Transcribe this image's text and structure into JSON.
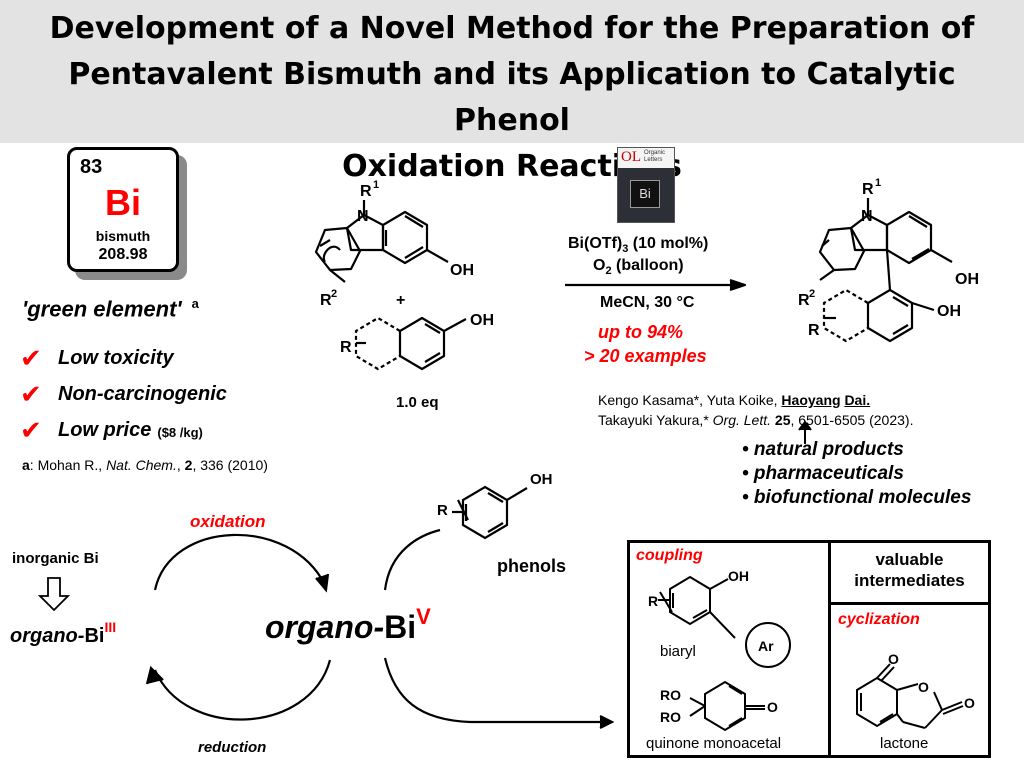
{
  "title": {
    "line1": "Development of a Novel Method for the Preparation of",
    "line2": "Pentavalent Bismuth and its Application to Catalytic Phenol",
    "line3": "Oxidation Reactions"
  },
  "element": {
    "number": "83",
    "symbol": "Bi",
    "name": "bismuth",
    "mass": "208.98"
  },
  "green": {
    "label": "'green element'",
    "sup": "a"
  },
  "features": [
    {
      "check": "✔",
      "text": "Low toxicity"
    },
    {
      "check": "✔",
      "text": "Non-carcinogenic"
    },
    {
      "check": "✔",
      "text": "Low price",
      "note": "($8 /kg)"
    }
  ],
  "footnote": {
    "mark": "a",
    "authors": ": Mohan R., ",
    "journal": "Nat. Chem.",
    "sep": ", ",
    "vol": "2",
    "rest": ", 336 (2010)"
  },
  "reaction": {
    "reagent_r1": "R",
    "r1_sup": "1",
    "n_atom": "N",
    "r2": "R",
    "r2_sup": "2",
    "oh": "OH",
    "plus": "+",
    "r": "R",
    "equiv": "1.0 eq",
    "cond1_pre": "Bi(OTf)",
    "cond1_sub": "3",
    "cond1_post": " (10 mol%)",
    "cond2_pre": "O",
    "cond2_sub": "2",
    "cond2_post": " (balloon)",
    "cond3": "MeCN, 30 °C",
    "yield1": "up to 94%",
    "yield2": "> 20 examples"
  },
  "journal_cover": {
    "logo": "OL",
    "small1": "Organic",
    "small2": "Letters",
    "badge": "Bi"
  },
  "citation": {
    "authors1": "Kengo Kasama*, Yuta Koike, ",
    "highlight1": "Haoyang",
    "space": " ",
    "highlight2": "Dai.",
    "authors2": "Takayuki Yakura,* ",
    "journal": "Org. Lett.",
    "vol": "25",
    "pages": ", 6501-6505 (2023)."
  },
  "applications": [
    "• natural products",
    "• pharmaceuticals",
    "• biofunctional molecules"
  ],
  "cycle": {
    "inorganic": "inorganic Bi",
    "organo3_pre": "organo-",
    "organo3_bi": "Bi",
    "organo3_ox": "III",
    "organo5_pre": "organo-",
    "organo5_bi": "Bi",
    "organo5_ox": "V",
    "oxidation": "oxidation",
    "reduction": "reduction",
    "phenols": "phenols",
    "r": "R",
    "oh": "OH"
  },
  "products": {
    "coupling": "coupling",
    "biaryl": "biaryl",
    "ar": "Ar",
    "r": "R",
    "oh": "OH",
    "ro1": "RO",
    "ro2": "RO",
    "o": "O",
    "quinone": "quinone monoacetal",
    "valuable1": "valuable",
    "valuable2": "intermediates",
    "cyclization": "cyclization",
    "lactone": "lactone"
  }
}
